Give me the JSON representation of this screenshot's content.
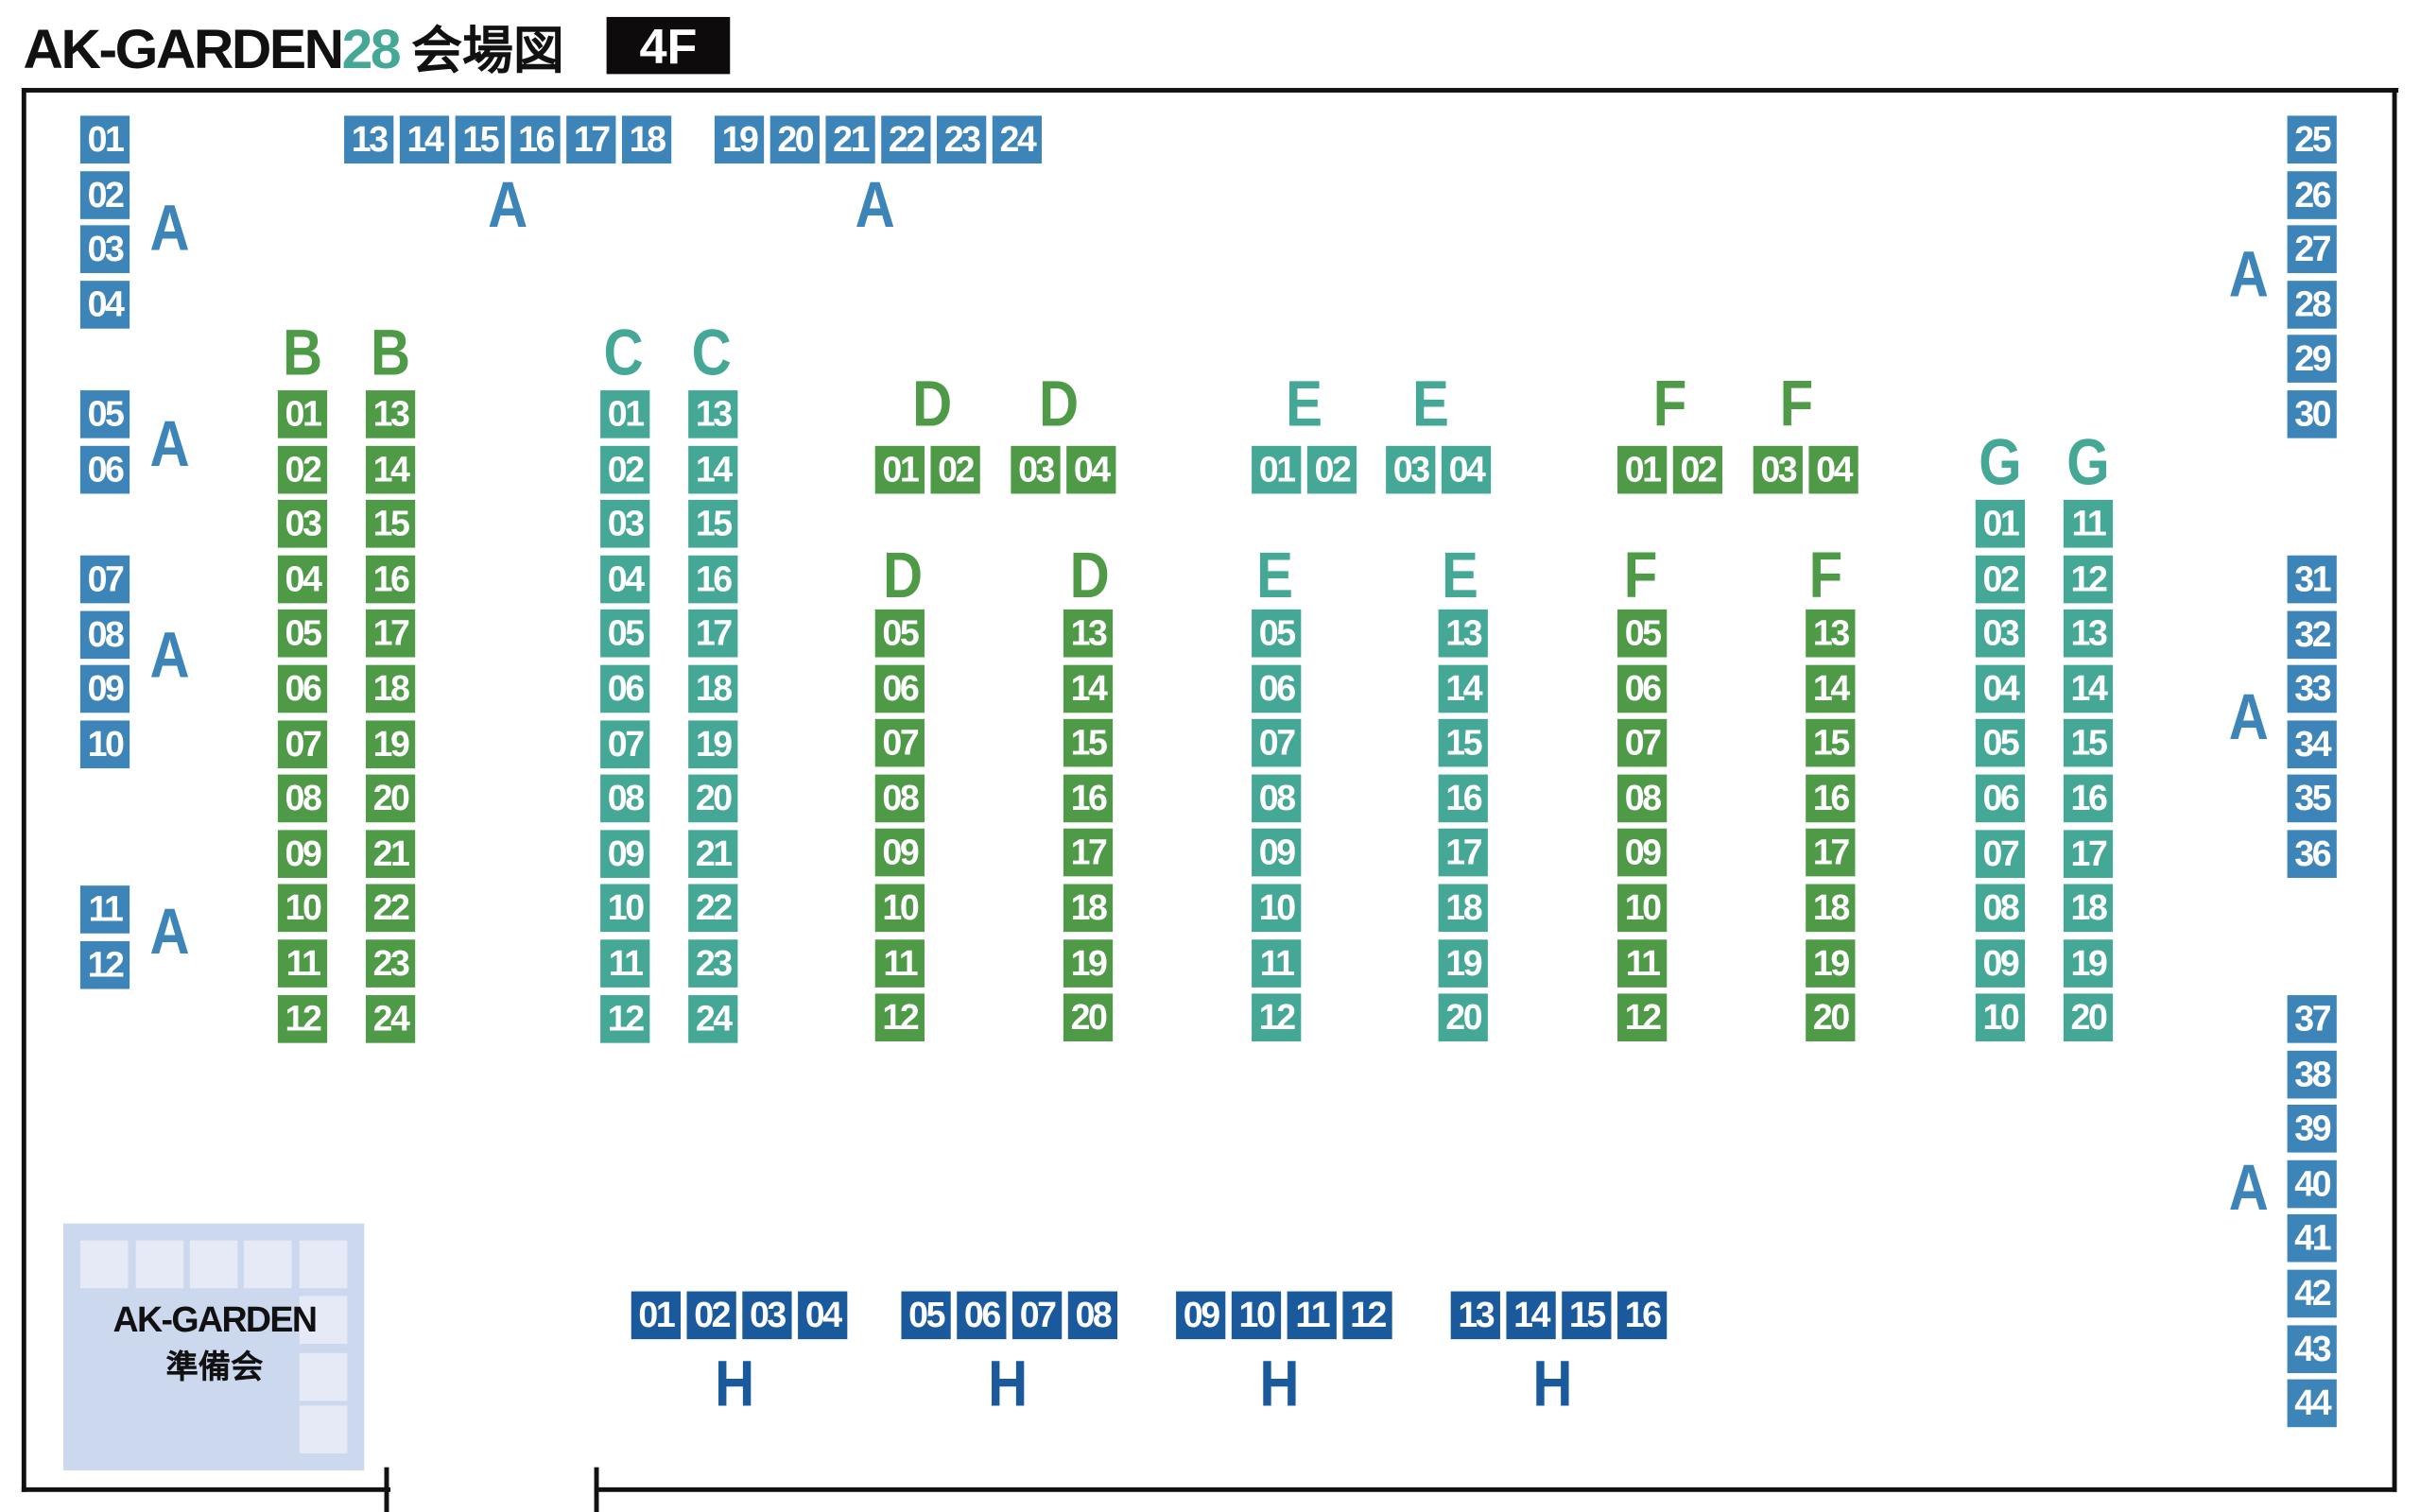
{
  "header": {
    "title_main": "AK-GARDEN",
    "title_number": "28",
    "title_suffix": "会場図",
    "floor": "4F"
  },
  "colors": {
    "blue": "#3d85b8",
    "green": "#4e9a47",
    "teal": "#45a896",
    "darkblue": "#1a5a9c",
    "office": "#cbd8ee"
  },
  "office": {
    "line1": "AK-GARDEN",
    "line2": "準備会"
  },
  "blocks": [
    {
      "letter": "A",
      "color": "blue",
      "numbers": [
        "01",
        "02",
        "03",
        "04"
      ]
    },
    {
      "letter": "A",
      "color": "blue",
      "numbers": [
        "05",
        "06"
      ]
    },
    {
      "letter": "A",
      "color": "blue",
      "numbers": [
        "07",
        "08",
        "09",
        "10"
      ]
    },
    {
      "letter": "A",
      "color": "blue",
      "numbers": [
        "11",
        "12"
      ]
    },
    {
      "letter": "A",
      "color": "blue",
      "numbers": [
        "13",
        "14",
        "15",
        "16",
        "17",
        "18"
      ]
    },
    {
      "letter": "A",
      "color": "blue",
      "numbers": [
        "19",
        "20",
        "21",
        "22",
        "23",
        "24"
      ]
    },
    {
      "letter": "A",
      "color": "blue",
      "numbers": [
        "25",
        "26",
        "27",
        "28",
        "29",
        "30"
      ]
    },
    {
      "letter": "A",
      "color": "blue",
      "numbers": [
        "31",
        "32",
        "33",
        "34",
        "35",
        "36"
      ]
    },
    {
      "letter": "A",
      "color": "blue",
      "numbers": [
        "37",
        "38",
        "39",
        "40",
        "41",
        "42",
        "43",
        "44"
      ]
    },
    {
      "letter": "B",
      "color": "green",
      "numbers": [
        "01",
        "02",
        "03",
        "04",
        "05",
        "06",
        "07",
        "08",
        "09",
        "10",
        "11",
        "12"
      ]
    },
    {
      "letter": "B",
      "color": "green",
      "numbers": [
        "13",
        "14",
        "15",
        "16",
        "17",
        "18",
        "19",
        "20",
        "21",
        "22",
        "23",
        "24"
      ]
    },
    {
      "letter": "C",
      "color": "teal",
      "numbers": [
        "01",
        "02",
        "03",
        "04",
        "05",
        "06",
        "07",
        "08",
        "09",
        "10",
        "11",
        "12"
      ]
    },
    {
      "letter": "C",
      "color": "teal",
      "numbers": [
        "13",
        "14",
        "15",
        "16",
        "17",
        "18",
        "19",
        "20",
        "21",
        "22",
        "23",
        "24"
      ]
    },
    {
      "letter": "D",
      "color": "green",
      "numbers": [
        "01",
        "02"
      ]
    },
    {
      "letter": "D",
      "color": "green",
      "numbers": [
        "03",
        "04"
      ]
    },
    {
      "letter": "D",
      "color": "green",
      "numbers": [
        "05",
        "06",
        "07",
        "08",
        "09",
        "10",
        "11",
        "12"
      ]
    },
    {
      "letter": "D",
      "color": "green",
      "numbers": [
        "13",
        "14",
        "15",
        "16",
        "17",
        "18",
        "19",
        "20"
      ]
    },
    {
      "letter": "E",
      "color": "teal",
      "numbers": [
        "01",
        "02"
      ]
    },
    {
      "letter": "E",
      "color": "teal",
      "numbers": [
        "03",
        "04"
      ]
    },
    {
      "letter": "E",
      "color": "teal",
      "numbers": [
        "05",
        "06",
        "07",
        "08",
        "09",
        "10",
        "11",
        "12"
      ]
    },
    {
      "letter": "E",
      "color": "teal",
      "numbers": [
        "13",
        "14",
        "15",
        "16",
        "17",
        "18",
        "19",
        "20"
      ]
    },
    {
      "letter": "F",
      "color": "green",
      "numbers": [
        "01",
        "02"
      ]
    },
    {
      "letter": "F",
      "color": "green",
      "numbers": [
        "03",
        "04"
      ]
    },
    {
      "letter": "F",
      "color": "green",
      "numbers": [
        "05",
        "06",
        "07",
        "08",
        "09",
        "10",
        "11",
        "12"
      ]
    },
    {
      "letter": "F",
      "color": "green",
      "numbers": [
        "13",
        "14",
        "15",
        "16",
        "17",
        "18",
        "19",
        "20"
      ]
    },
    {
      "letter": "G",
      "color": "teal",
      "numbers": [
        "01",
        "02",
        "03",
        "04",
        "05",
        "06",
        "07",
        "08",
        "09",
        "10"
      ]
    },
    {
      "letter": "G",
      "color": "teal",
      "numbers": [
        "11",
        "12",
        "13",
        "14",
        "15",
        "16",
        "17",
        "18",
        "19",
        "20"
      ]
    },
    {
      "letter": "H",
      "color": "darkblue",
      "numbers": [
        "01",
        "02",
        "03",
        "04"
      ]
    },
    {
      "letter": "H",
      "color": "darkblue",
      "numbers": [
        "05",
        "06",
        "07",
        "08"
      ]
    },
    {
      "letter": "H",
      "color": "darkblue",
      "numbers": [
        "09",
        "10",
        "11",
        "12"
      ]
    },
    {
      "letter": "H",
      "color": "darkblue",
      "numbers": [
        "13",
        "14",
        "15",
        "16"
      ]
    }
  ],
  "labels": [
    {
      "text": "A",
      "color": "blue"
    },
    {
      "text": "A",
      "color": "blue"
    },
    {
      "text": "A",
      "color": "blue"
    },
    {
      "text": "A",
      "color": "blue"
    },
    {
      "text": "A",
      "color": "blue"
    },
    {
      "text": "A",
      "color": "blue"
    },
    {
      "text": "A",
      "color": "blue"
    },
    {
      "text": "A",
      "color": "blue"
    },
    {
      "text": "A",
      "color": "blue"
    },
    {
      "text": "B",
      "color": "green"
    },
    {
      "text": "B",
      "color": "green"
    },
    {
      "text": "C",
      "color": "teal"
    },
    {
      "text": "C",
      "color": "teal"
    },
    {
      "text": "D",
      "color": "green"
    },
    {
      "text": "D",
      "color": "green"
    },
    {
      "text": "D",
      "color": "green"
    },
    {
      "text": "D",
      "color": "green"
    },
    {
      "text": "E",
      "color": "teal"
    },
    {
      "text": "E",
      "color": "teal"
    },
    {
      "text": "E",
      "color": "teal"
    },
    {
      "text": "E",
      "color": "teal"
    },
    {
      "text": "F",
      "color": "green"
    },
    {
      "text": "F",
      "color": "green"
    },
    {
      "text": "F",
      "color": "green"
    },
    {
      "text": "F",
      "color": "green"
    },
    {
      "text": "G",
      "color": "teal"
    },
    {
      "text": "G",
      "color": "teal"
    },
    {
      "text": "H",
      "color": "darkblue"
    },
    {
      "text": "H",
      "color": "darkblue"
    },
    {
      "text": "H",
      "color": "darkblue"
    },
    {
      "text": "H",
      "color": "darkblue"
    }
  ]
}
